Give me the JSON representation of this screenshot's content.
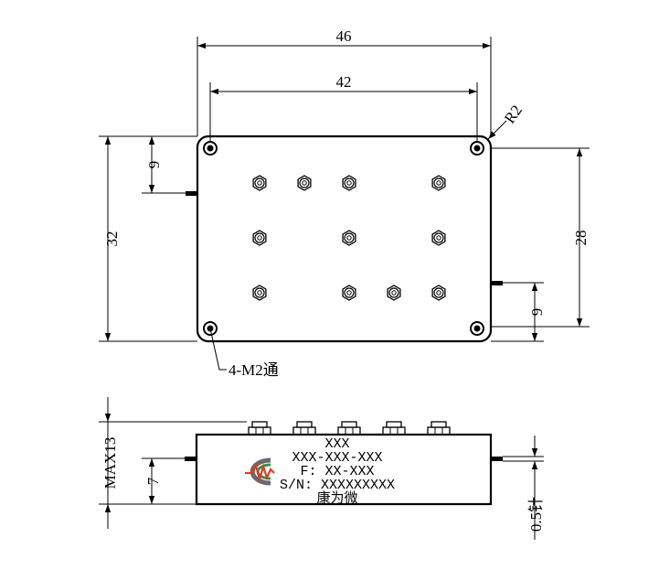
{
  "top_view": {
    "dim_width_outer": "46",
    "dim_width_holes": "42",
    "dim_height_outer": "32",
    "dim_height_holes": "28",
    "dim_left_pin": "9",
    "dim_right_pin": "9",
    "corner_radius": "R2",
    "mount_holes": "4-M2通"
  },
  "side_view": {
    "dim_max_height": "MAX13",
    "dim_pin_height": "7",
    "dim_pin_diameter": "0.5针",
    "label_line1": "XXX",
    "label_line2": "XXX-XXX-XXX",
    "label_line3": "F: XX-XXX",
    "label_line4": "S/N: XXXXXXXXX",
    "brand": "康为微"
  },
  "colors": {
    "line": "#000000",
    "logo_red": "#e03a2a",
    "logo_green": "#2e9a4a",
    "logo_gray": "#6a6a6a"
  },
  "icons": {
    "logo": "brand-logo-icon",
    "connector": "hex-nut-connector-icon",
    "hole": "mounting-hole-icon"
  }
}
